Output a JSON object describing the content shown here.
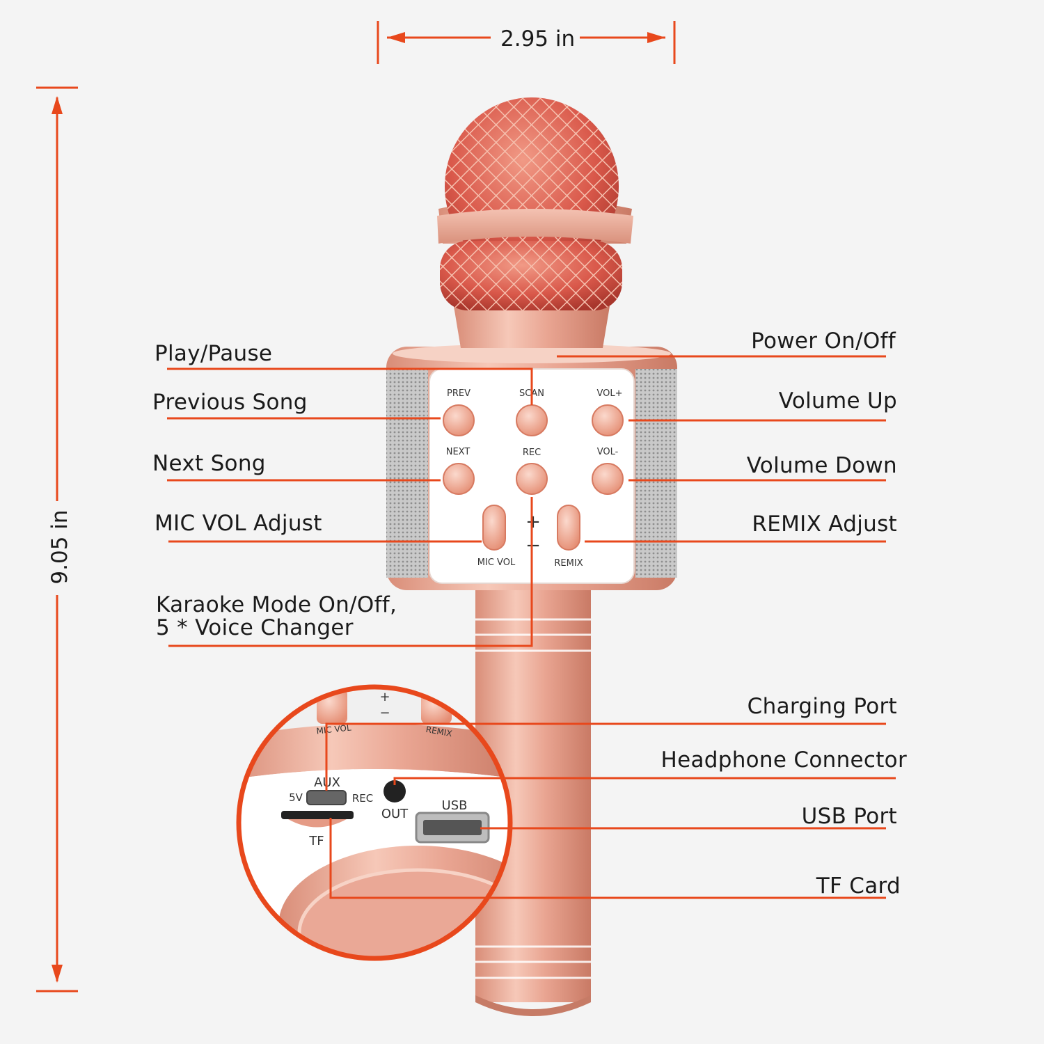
{
  "dimensions": {
    "width_label": "2.95 in",
    "height_label": "9.05 in"
  },
  "device_labels": {
    "prev": "PREV",
    "scan": "SCAN",
    "vol_up": "VOL+",
    "next": "NEXT",
    "rec": "REC",
    "vol_down": "VOL-",
    "plus": "+",
    "minus": "−",
    "mic_vol": "MIC VOL",
    "remix": "REMIX"
  },
  "inset_labels": {
    "plus": "+",
    "minus": "−",
    "mic_vol": "MIC VOL",
    "remix": "REMIX",
    "aux": "AUX",
    "v5": "5V",
    "rec": "REC",
    "out": "OUT",
    "usb": "USB",
    "tf": "TF"
  },
  "callouts_left": {
    "play_pause": "Play/Pause",
    "previous_song": "Previous Song",
    "next_song": "Next Song",
    "mic_vol_adjust": "MIC VOL Adjust",
    "karaoke": "Karaoke Mode On/Off,\n5 * Voice Changer"
  },
  "callouts_right": {
    "power": "Power On/Off",
    "volume_up": "Volume Up",
    "volume_down": "Volume Down",
    "remix_adjust": "REMIX Adjust",
    "charging_port": "Charging Port",
    "headphone": "Headphone Connector",
    "usb_port": "USB Port",
    "tf_card": "TF Card"
  },
  "colors": {
    "leader_line": "#e8481c",
    "rose_gold": "#e8a48f",
    "grille": "#d9503f",
    "panel": "#ffffff"
  }
}
